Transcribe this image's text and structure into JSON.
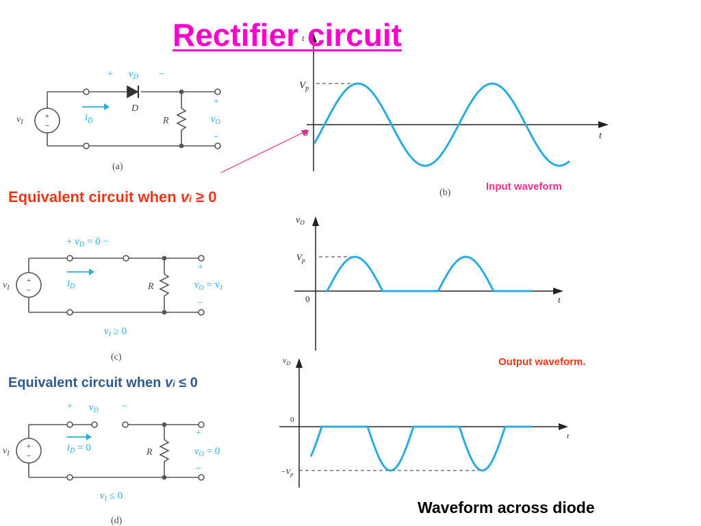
{
  "title": "Rectifier circuit",
  "colors": {
    "title": "#ff00cc",
    "heading_red": "#e8371a",
    "heading_blue": "#2e5a8c",
    "input_caption": "#e0338a",
    "output_caption": "#e8371a",
    "wire": "#555555",
    "accent": "#29abe2",
    "waveform": "#29abe2",
    "pointer": "#e0338a"
  },
  "headings": {
    "case_positive": {
      "text": "Equivalent circuit when ",
      "var": "v",
      "sub": "i",
      "rel": " ≥ 0"
    },
    "case_negative": {
      "text": "Equivalent circuit when ",
      "var": "v",
      "sub": "i",
      "rel": "  ≤ 0"
    }
  },
  "captions": {
    "input": "Input waveform",
    "output": "Output waveform.",
    "diode": "Waveform across diode"
  },
  "circuits": {
    "a": {
      "label": "(a)",
      "source": "v",
      "source_sub": "I",
      "vd_plus": "+",
      "vd": "v",
      "vd_sub": "D",
      "vd_minus": "−",
      "diode": "D",
      "current": "i",
      "current_sub": "D",
      "resistor": "R",
      "out_plus": "+",
      "out": "v",
      "out_sub": "O",
      "out_minus": "−"
    },
    "c": {
      "label": "(c)",
      "source": "v",
      "source_sub": "I",
      "vd_plus": "+",
      "vd": "v",
      "vd_sub": "D",
      "vd_rest": " = 0 −",
      "current": "i",
      "current_sub": "D",
      "resistor": "R",
      "out_plus": "+",
      "out": "v",
      "out_sub": "O",
      "out_rest": " = v",
      "out_rest_sub": "I",
      "out_minus": "−",
      "condition": "v",
      "condition_sub": "I",
      "condition_rest": " ≥ 0"
    },
    "d": {
      "label": "(d)",
      "source": "v",
      "source_sub": "I",
      "vd_plus": "+",
      "vd": "v",
      "vd_sub": "D",
      "vd_minus": "−",
      "current": "i",
      "current_sub": "D",
      "current_rest": " = 0",
      "resistor": "R",
      "out_plus": "+",
      "out": "v",
      "out_sub": "O",
      "out_rest": " = 0",
      "out_minus": "−",
      "condition": "v",
      "condition_sub": "I",
      "condition_rest": " ≤ 0"
    }
  },
  "graphs": {
    "b": {
      "label": "(b)",
      "peak": "V",
      "peak_sub": "p",
      "origin": "0",
      "time": "t",
      "y_axis": "t"
    },
    "c": {
      "peak": "V",
      "peak_sub": "p",
      "origin": "0",
      "time": "t",
      "y_axis": "v",
      "y_axis_sub": "O"
    },
    "d": {
      "peak": "−V",
      "peak_sub": "p",
      "origin": "0",
      "time": "t",
      "y_axis": "v",
      "y_axis_sub": "D"
    }
  }
}
